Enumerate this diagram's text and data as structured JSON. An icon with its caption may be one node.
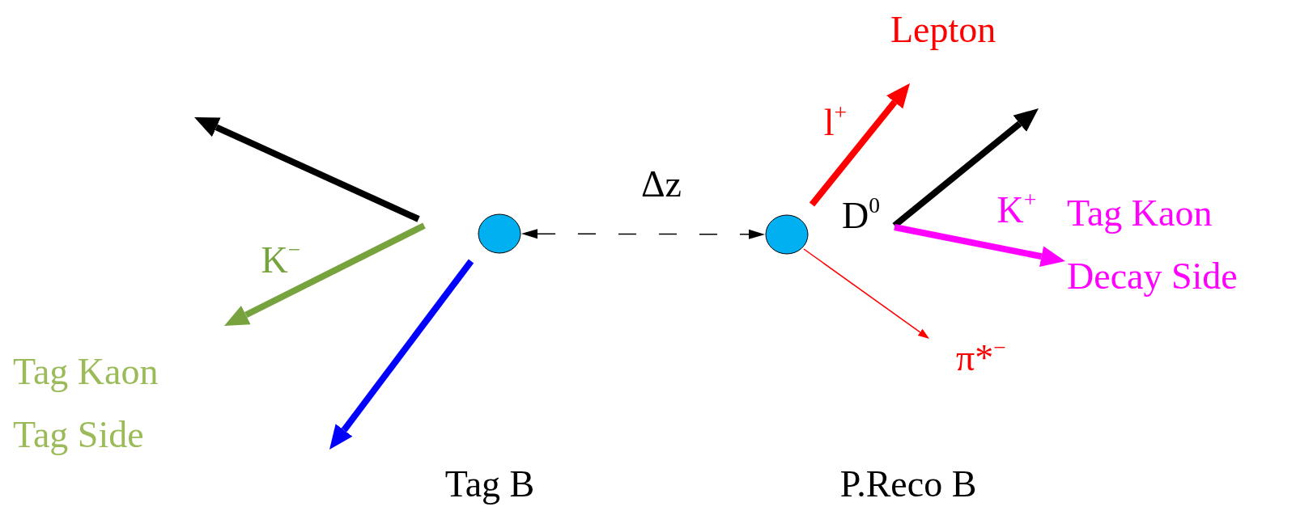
{
  "diagram": {
    "nodes": [
      {
        "text": [],
        "shape": "circle"
      },
      {
        "text": [],
        "shape": "circle"
      },
      {
        "text": [
          "D$^{0}$"
        ]
      }
    ],
    "edges": [
      {
        "from": 0,
        "to": 1,
        "arrow": "both",
        "label": "Δz",
        "style": "dashed"
      },
      {
        "from": 0,
        "to": null,
        "arrow": "to"
      },
      {
        "from": 0,
        "to": null,
        "arrow": "to",
        "color": "#77a33f",
        "label": "K$^{−}$"
      },
      {
        "from": 0,
        "to": null,
        "arrow": "to",
        "color": "#0000ff"
      },
      {
        "from": 1,
        "to": null,
        "arrow": "to",
        "color": "#ff0000",
        "label": "l$^{+}$"
      },
      {
        "from": 1,
        "to": null,
        "arrow": "to",
        "color": "#ff0000",
        "label": "π*$^{−}$"
      },
      {
        "from": 2,
        "to": null,
        "arrow": "to"
      },
      {
        "from": 2,
        "to": null,
        "arrow": "to",
        "color": "#ff00ff",
        "label": "K$^{+}$"
      }
    ],
    "labels": [
      "Lepton",
      "Tag Kaon Tag Side",
      "Tag Kaon Decay Side",
      "Tag B",
      "P.Reco B"
    ]
  }
}
